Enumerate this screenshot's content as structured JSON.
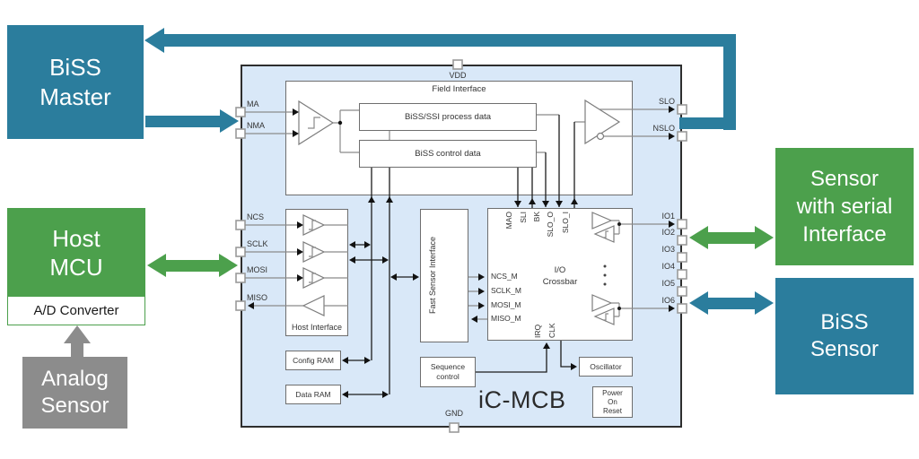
{
  "colors": {
    "teal": "#2B7D9D",
    "green": "#4CA04C",
    "gray": "#8C8C8C",
    "chip_fill": "#D9E8F8"
  },
  "external_blocks": {
    "biss_master": {
      "lines": [
        "BiSS",
        "Master"
      ]
    },
    "host_mcu": {
      "lines": [
        "Host",
        "MCU"
      ],
      "sub_label": "A/D Converter"
    },
    "analog_sensor": {
      "lines": [
        "Analog",
        "Sensor"
      ]
    },
    "sensor_with_serial_interface": {
      "lines": [
        "Sensor",
        "with serial",
        "Interface"
      ]
    },
    "biss_sensor": {
      "lines": [
        "BiSS",
        "Sensor"
      ]
    }
  },
  "chip": {
    "name": "iC-MCB",
    "pins": {
      "vdd": "VDD",
      "gnd": "GND",
      "left": [
        "MA",
        "NMA",
        "NCS",
        "SCLK",
        "MOSI",
        "MISO"
      ],
      "right": [
        "SLO",
        "NSLO",
        "IO1",
        "IO2",
        "IO3",
        "IO4",
        "IO5",
        "IO6"
      ]
    },
    "blocks": {
      "field_interface": "Field Interface",
      "process_data": "BiSS/SSI process data",
      "control_data": "BiSS control data",
      "host_interface": "Host Interface",
      "fast_sensor_interface": "Fast Sensor Interface",
      "io_crossbar": {
        "lines": [
          "I/O",
          "Crossbar"
        ]
      },
      "config_ram": "Config RAM",
      "data_ram": "Data RAM",
      "sequence_control": {
        "lines": [
          "Sequence",
          "control"
        ]
      },
      "oscillator": "Oscillator",
      "power_on_reset": {
        "lines": [
          "Power",
          "On",
          "Reset"
        ]
      }
    },
    "signals": {
      "crossbar_top": [
        "MAO",
        "SLI",
        "BK",
        "SLO_O",
        "SLO_I"
      ],
      "crossbar_left": [
        "NCS_M",
        "SCLK_M",
        "MOSI_M",
        "MISO_M"
      ],
      "crossbar_bottom": [
        "IRQ",
        "CLK"
      ]
    }
  }
}
